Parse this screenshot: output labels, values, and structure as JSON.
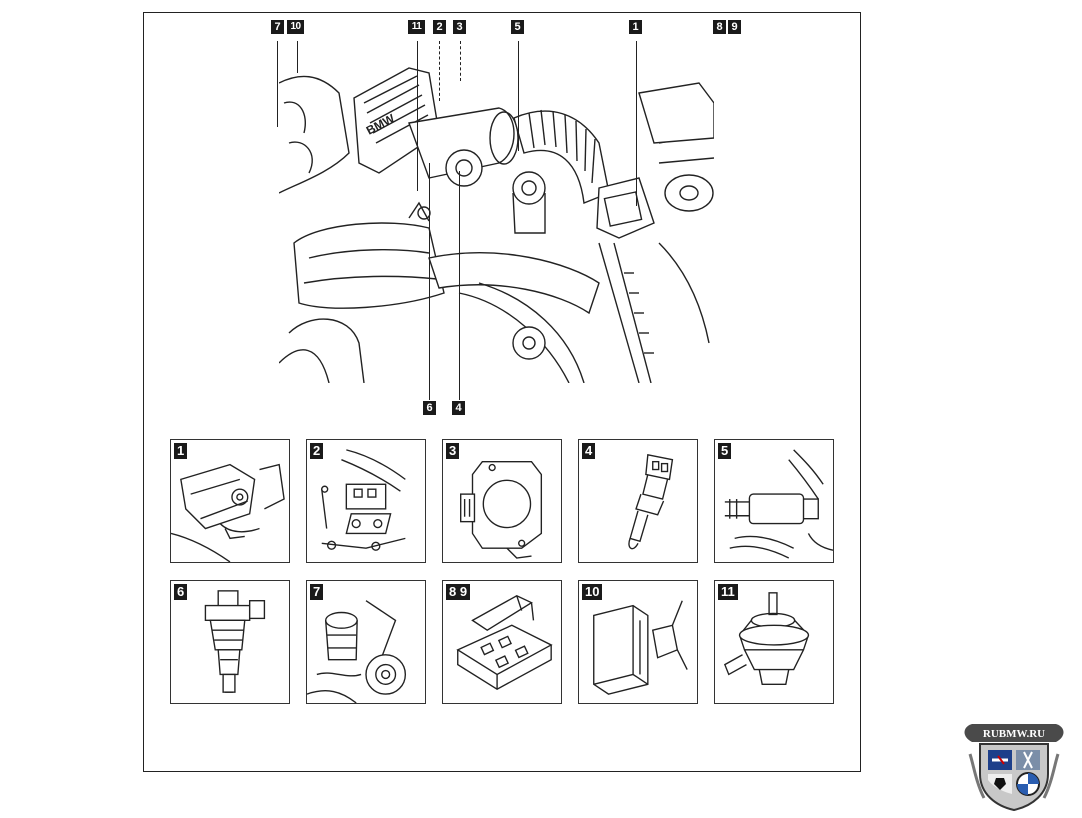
{
  "engine_callouts_top": [
    {
      "id": "c7",
      "label": "7"
    },
    {
      "id": "c10",
      "label": "10"
    },
    {
      "id": "c11",
      "label": "11"
    },
    {
      "id": "c2",
      "label": "2"
    },
    {
      "id": "c3",
      "label": "3"
    },
    {
      "id": "c5",
      "label": "5"
    },
    {
      "id": "c1",
      "label": "1"
    },
    {
      "id": "c8",
      "label": "8"
    },
    {
      "id": "c9",
      "label": "9"
    }
  ],
  "engine_callouts_bottom": [
    {
      "id": "c6",
      "label": "6"
    },
    {
      "id": "c4",
      "label": "4"
    }
  ],
  "component_grid": [
    {
      "label": "1",
      "icon": "air-flow-meter-icon"
    },
    {
      "label": "2",
      "icon": "throttle-housing-icon"
    },
    {
      "label": "3",
      "icon": "throttle-switch-icon"
    },
    {
      "label": "4",
      "icon": "temperature-sensor-icon"
    },
    {
      "label": "5",
      "icon": "idle-valve-icon"
    },
    {
      "label": "6",
      "icon": "fuel-injector-icon"
    },
    {
      "label": "7",
      "icon": "fuel-pump-icon"
    },
    {
      "label": "8 9",
      "icon": "relay-box-icon"
    },
    {
      "label": "10",
      "icon": "control-unit-icon"
    },
    {
      "label": "11",
      "icon": "pressure-regulator-icon"
    }
  ],
  "logo": {
    "text": "RUBMW.RU",
    "icon": "bmw-crest-logo-icon"
  }
}
